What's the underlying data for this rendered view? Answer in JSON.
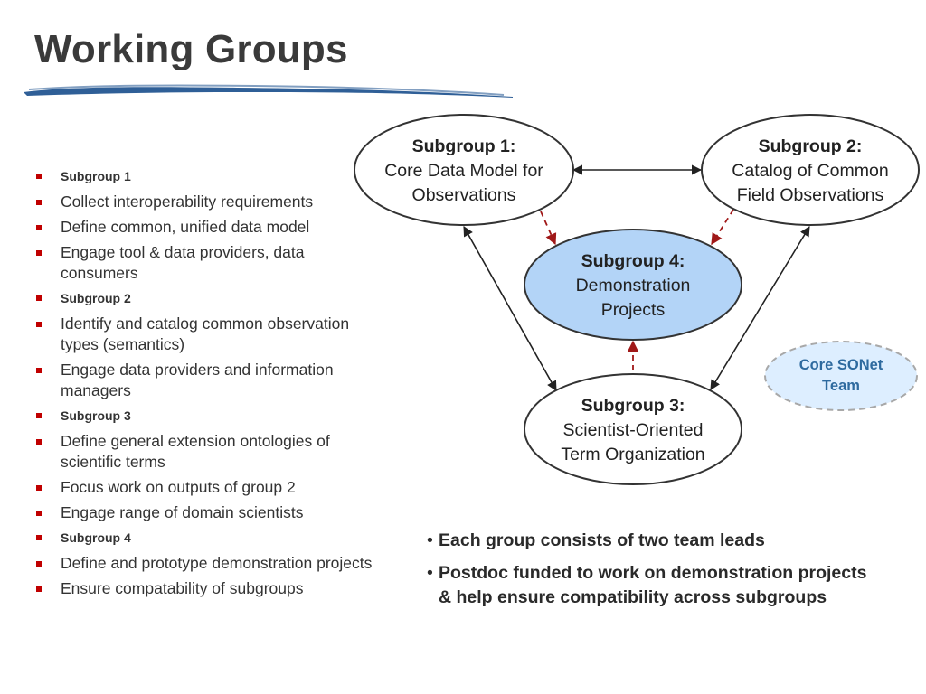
{
  "title": "Working Groups",
  "accent_color": "#c00000",
  "brush_color": "#2f5f97",
  "bullets": [
    {
      "kind": "head",
      "text": "Subgroup 1"
    },
    {
      "kind": "item",
      "text": "Collect interoperability requirements"
    },
    {
      "kind": "item",
      "text": "Define common, unified data model"
    },
    {
      "kind": "item",
      "text": "Engage tool & data providers, data consumers"
    },
    {
      "kind": "head",
      "text": "Subgroup 2"
    },
    {
      "kind": "item",
      "text": "Identify and catalog common observation types (semantics)"
    },
    {
      "kind": "item",
      "text": "Engage data providers and information managers"
    },
    {
      "kind": "head",
      "text": "Subgroup 3"
    },
    {
      "kind": "item",
      "text": "Define general extension ontologies of scientific terms"
    },
    {
      "kind": "item",
      "text": "Focus work on outputs of group 2"
    },
    {
      "kind": "item",
      "text": "Engage range of domain scientists"
    },
    {
      "kind": "head",
      "text": "Subgroup 4"
    },
    {
      "kind": "item",
      "text": "Define and prototype demonstration projects"
    },
    {
      "kind": "item",
      "text": "Ensure compatability of subgroups"
    }
  ],
  "diagram": {
    "sg1": {
      "title": "Subgroup 1:",
      "line1": "Core Data Model for",
      "line2": "Observations"
    },
    "sg2": {
      "title": "Subgroup 2:",
      "line1": "Catalog of Common",
      "line2": "Field Observations"
    },
    "sg3": {
      "title": "Subgroup 3:",
      "line1": "Scientist-Oriented",
      "line2": "Term Organization"
    },
    "sg4": {
      "title": "Subgroup 4:",
      "line1": "Demonstration",
      "line2": "Projects",
      "fill": "#b3d4f7"
    },
    "core": {
      "line1": "Core SONet",
      "line2": "Team",
      "fill": "#ddeeff",
      "text_color": "#2e6a9f"
    }
  },
  "notes": [
    "Each group consists of two team leads",
    "Postdoc funded to work on demonstration projects & help ensure compatibility across subgroups"
  ],
  "bullet_char": "•"
}
